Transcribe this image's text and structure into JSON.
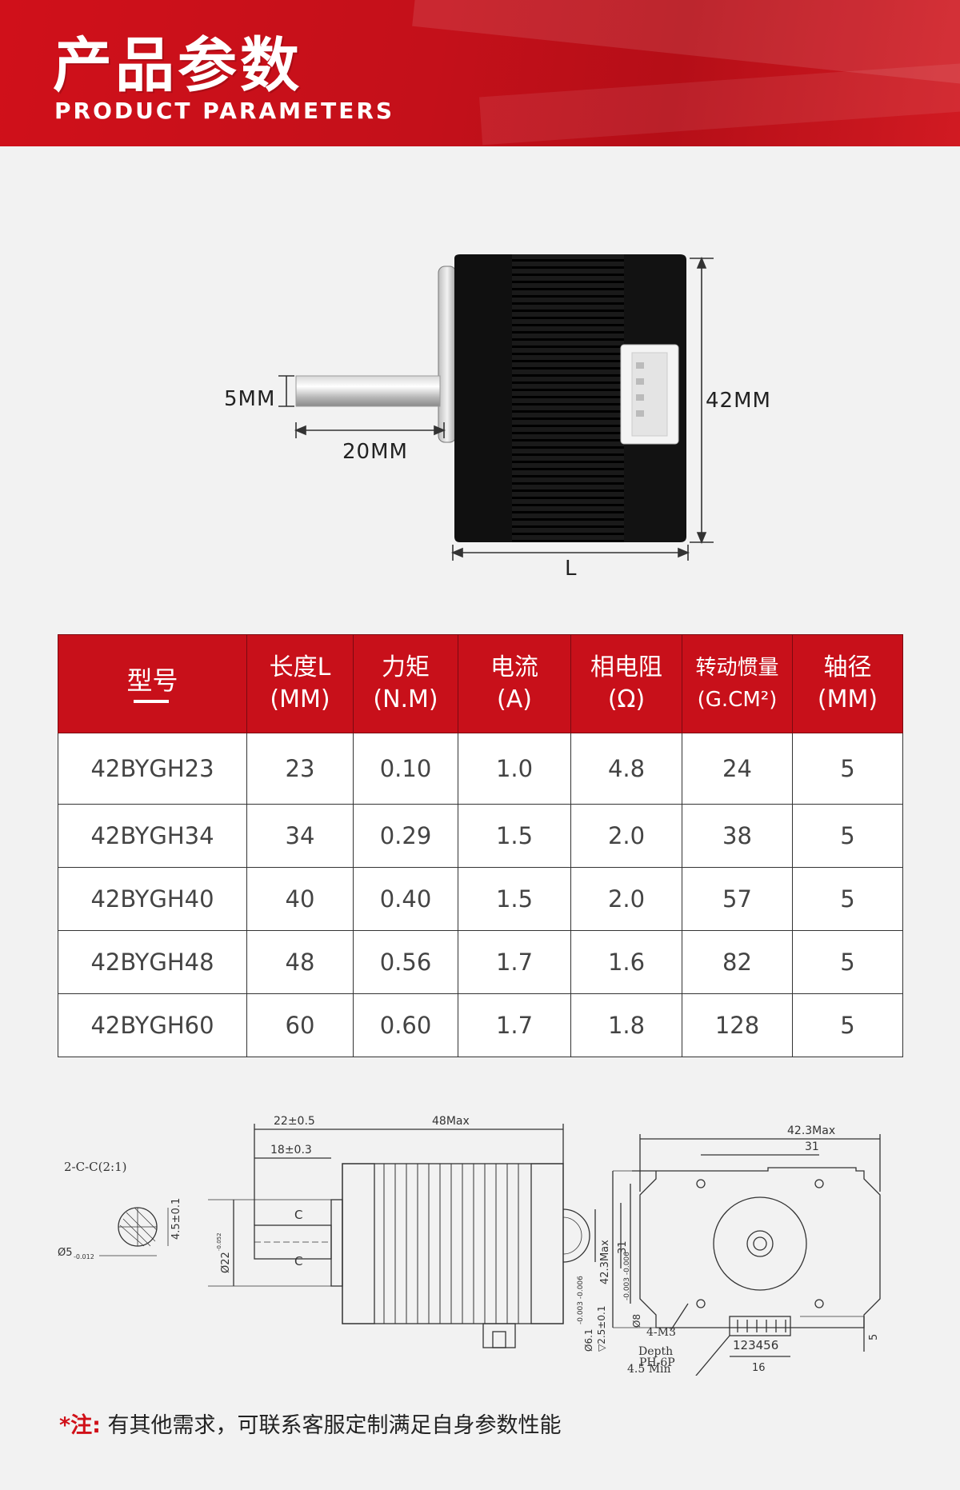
{
  "header": {
    "title": "产品参数",
    "subtitle": "PRODUCT PARAMETERS"
  },
  "motor_dimensions": {
    "shaft_diameter": "5MM",
    "shaft_length": "20MM",
    "height": "42MM",
    "body_length": "L"
  },
  "table": {
    "headers": [
      {
        "line1": "型号",
        "line2": ""
      },
      {
        "line1": "长度L",
        "line2": "(MM)"
      },
      {
        "line1": "力矩",
        "line2": "(N.M)"
      },
      {
        "line1": "电流",
        "line2": "(A)"
      },
      {
        "line1": "相电阻",
        "line2": "(Ω)"
      },
      {
        "line1": "转动惯量",
        "line2": "(G.CM²)"
      },
      {
        "line1": "轴径",
        "line2": "(MM)"
      }
    ],
    "rows": [
      [
        "42BYGH23",
        "23",
        "0.10",
        "1.0",
        "4.8",
        "24",
        "5"
      ],
      [
        "42BYGH34",
        "34",
        "0.29",
        "1.5",
        "2.0",
        "38",
        "5"
      ],
      [
        "42BYGH40",
        "40",
        "0.40",
        "1.5",
        "2.0",
        "57",
        "5"
      ],
      [
        "42BYGH48",
        "48",
        "0.56",
        "1.7",
        "1.6",
        "82",
        "5"
      ],
      [
        "42BYGH60",
        "60",
        "0.60",
        "1.7",
        "1.8",
        "128",
        "5"
      ]
    ]
  },
  "drawing": {
    "section_label": "2-C-C(2:1)",
    "shaft_dia": "Ø5",
    "shaft_dia_tol": "-0.012",
    "flat": "4.5±0.1",
    "shaft_len": "22±0.5",
    "body_len": "48Max",
    "flat_len": "18±0.3",
    "boss_dia": "Ø22",
    "boss_tol": "-0.052",
    "cut_c": "C",
    "hole_dia": "Ø6.1",
    "hole_tol": "-0.003 -0.006",
    "hole_depth": "▽2.5±0.1",
    "bore_dia": "Ø8",
    "bore_tol": "-0.003 -0.006",
    "width_max": "42.3Max",
    "hole_spacing": "31",
    "height_max": "42.3Max",
    "hole_spacing_v": "31",
    "screw": "4-M3",
    "depth": "Depth",
    "depth_min": "4.5 Min",
    "connector": "PH-6P",
    "pins": "123456",
    "connector_width": "16",
    "connector_offset": "5"
  },
  "note": {
    "mark": "*注:",
    "text": "有其他需求，可联系客服定制满足自身参数性能"
  },
  "colors": {
    "brand_red": "#c8101a",
    "background": "#f2f2f2"
  }
}
